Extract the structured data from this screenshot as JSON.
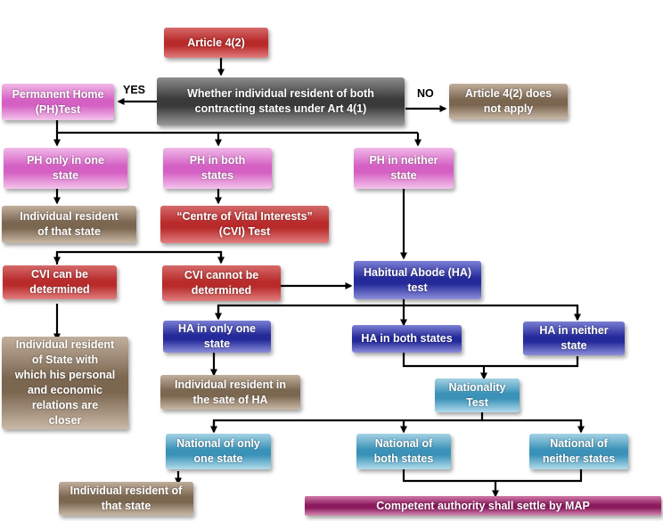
{
  "nodes": {
    "article42": "Article 4(2)",
    "question": "Whether individual resident of both\ncontracting states under Art 4(1)",
    "ph_test": "Permanent Home\n(PH)Test",
    "not_apply": "Article 4(2) does\nnot apply",
    "ph_one": "PH only in one\nstate",
    "ph_both": "PH in both\nstates",
    "ph_neither": "PH in neither\nstate",
    "resident_that_state": "Individual resident\nof that state",
    "cvi_test": "“Centre of Vital Interests”\n(CVI) Test",
    "cvi_can": "CVI can be\ndetermined",
    "cvi_cannot": "CVI cannot be\ndetermined",
    "ha_test": "Habitual Abode (HA)\ntest",
    "resident_closer": "Individual resident\nof State with\nwhich his personal\nand economic\nrelations are\ncloser",
    "ha_one": "HA in only one\nstate",
    "ha_both": "HA in both states",
    "ha_neither": "HA in neither\nstate",
    "resident_ha": "Individual resident in\nthe sate of HA",
    "nationality": "Nationality\nTest",
    "national_one": "National of only\none state",
    "national_both": "National of\nboth states",
    "national_neither": "National of\nneither states",
    "resident_that_state2": "Individual resident of\nthat state",
    "map": "Competent authority shall settle by MAP"
  },
  "labels": {
    "yes": "YES",
    "no": "NO"
  },
  "colors": {
    "red": "#b92b2b",
    "gray": "#3a3a3a",
    "pink": "#d560c4",
    "brown": "#7b6650",
    "navy": "#252a9a",
    "teal": "#3a92b8",
    "magenta": "#8b1a5e",
    "connector": "#000000"
  }
}
